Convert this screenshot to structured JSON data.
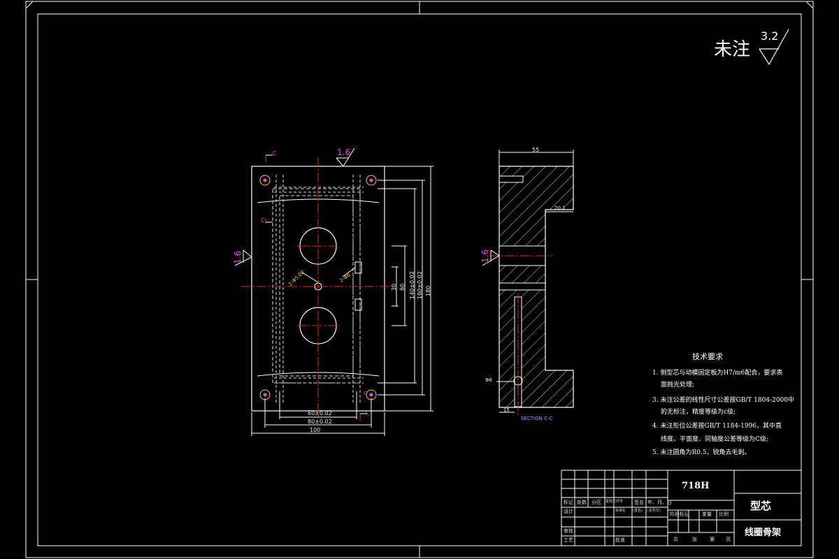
{
  "colors": {
    "background": "#000000",
    "frame": "#ffffff",
    "outline": "#ffffff",
    "centerline": "#ff2020",
    "hidden": "#d8d8d8",
    "dimension": "#ffffff",
    "hatch": "#ffffff",
    "roughness": "#ff37ff",
    "section": "#8aa8ff",
    "border_mark": "#ffffff"
  },
  "roughness_note": {
    "text": "未注",
    "value": "3.2"
  },
  "front_view": {
    "section_marks": [
      "C",
      "C",
      "C",
      "C"
    ],
    "roughness_top": "1.6",
    "roughness_left": "1.6",
    "hole_notes": [
      "2-Φ5.00",
      "2-Φ6"
    ],
    "dims_vertical": [
      "30",
      "60",
      "140±0.02",
      "160±0.02",
      "180"
    ],
    "dims_horizontal": [
      "60±0.02",
      "80±0.02",
      "100"
    ]
  },
  "section_view": {
    "dim_width": "55",
    "dim_step": "20.1",
    "dim_bottom": "15",
    "dim_hole": "Φ6",
    "roughness_left": "1.6",
    "caption": "SECTION C-C"
  },
  "tech_requirements": {
    "title": "技术要求",
    "items": [
      "1. 侧型芯与动模固定板为H7/m6配合，要求表",
      "面抛光处理;",
      "3. 未注公差的线性尺寸公差按GB/T 1804-2000中",
      "的无标注，精度等级为c级;",
      "4. 未注形位公差按GB/T 1184-1996，其中直",
      "线度、平面度、同轴度公差等级为C级;",
      "5. 未注圆角为R0.5，锐角去毛刺。"
    ]
  },
  "title_block": {
    "material": "718H",
    "part_name": "型芯",
    "drawing_name": "线圈骨架",
    "labels_row1": [
      "标记",
      "处数",
      "分区",
      "更改文件号",
      "签名",
      "年、月、日"
    ],
    "labels_left": [
      "设计",
      "标准化",
      "(签名)",
      "(年月日)",
      "审核",
      "工艺",
      "批准"
    ],
    "labels_right": [
      "阶段标记",
      "重量",
      "比例"
    ],
    "labels_bottom": [
      "共",
      "张",
      "第",
      "页"
    ]
  }
}
